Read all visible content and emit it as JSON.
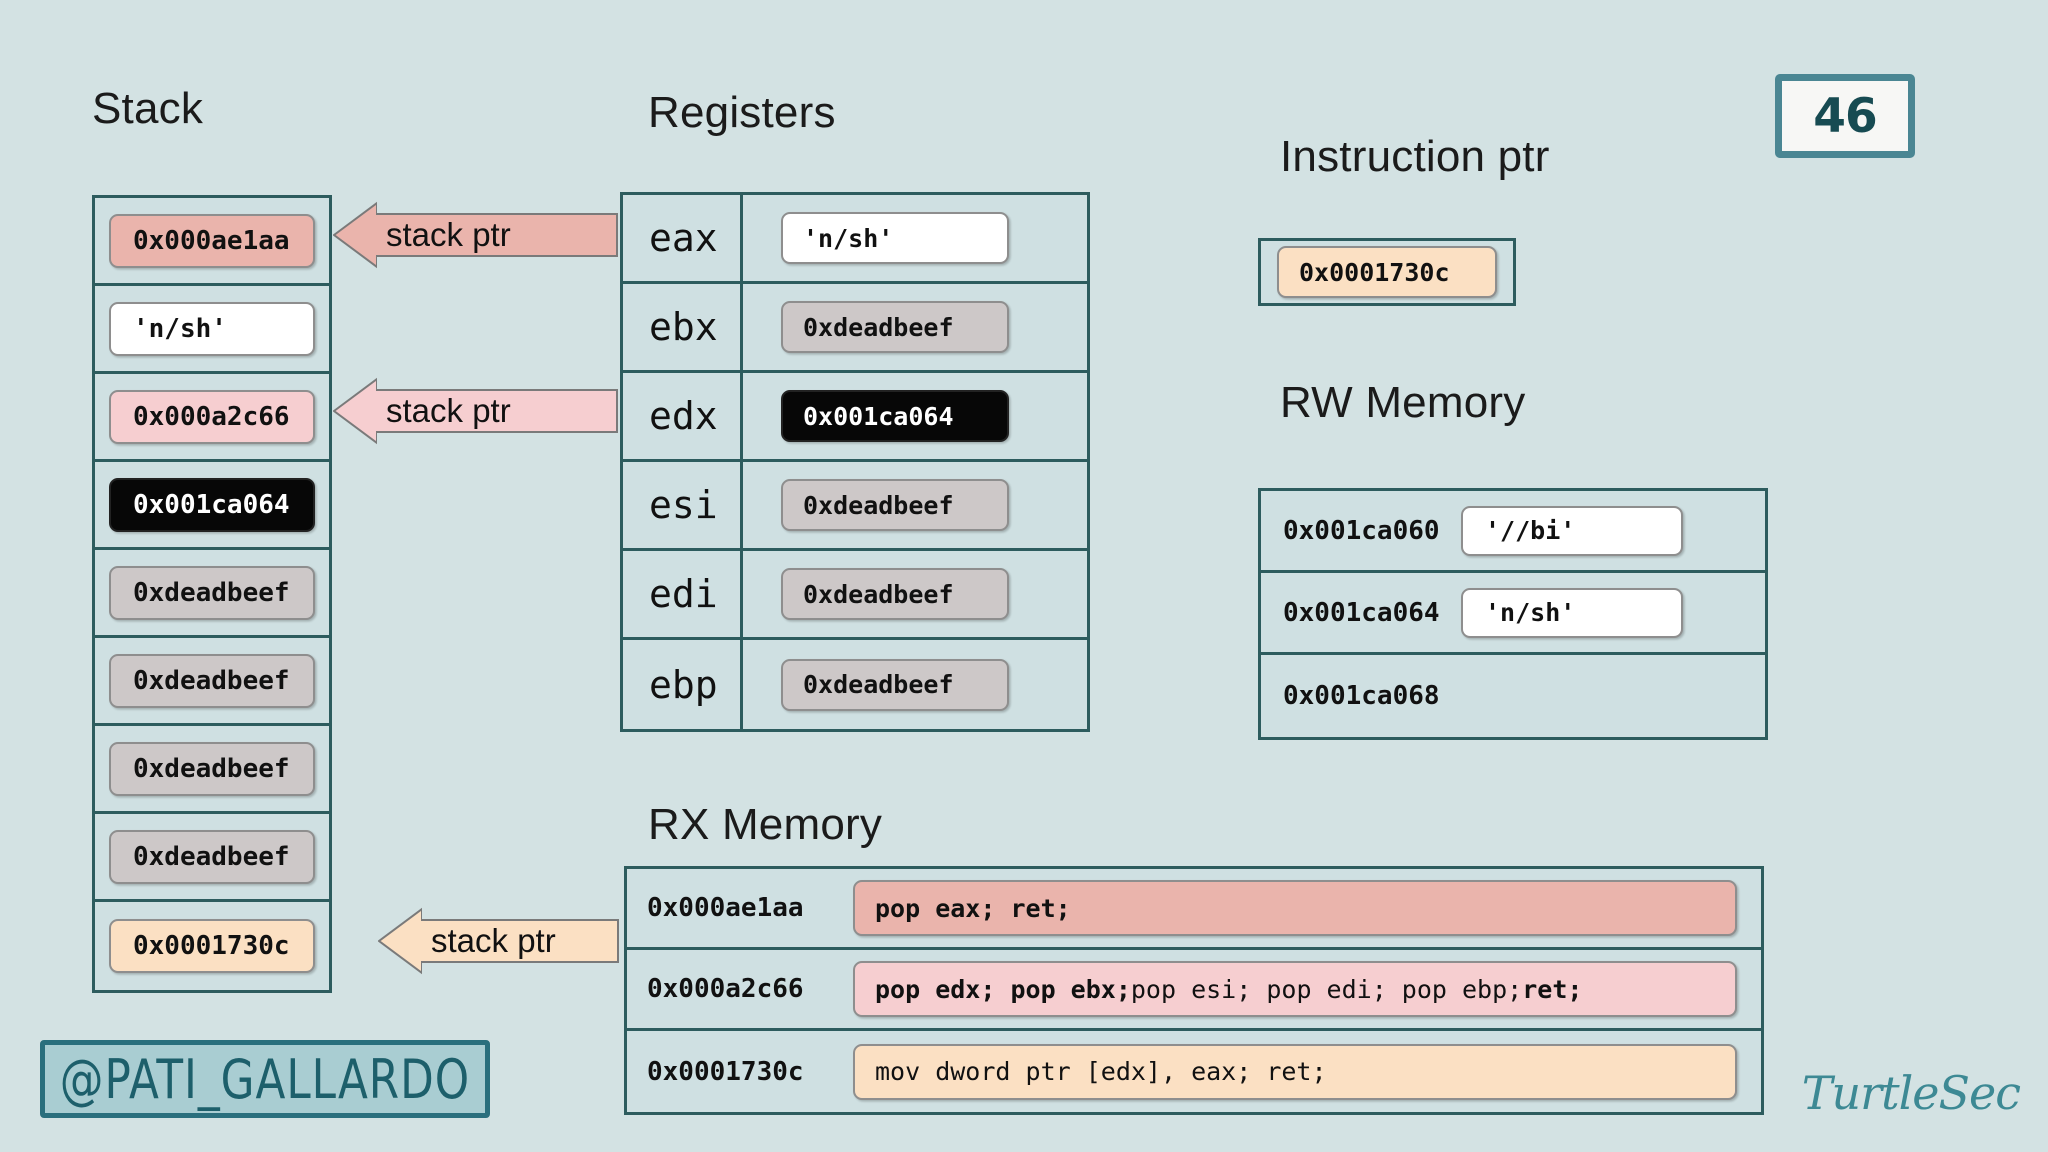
{
  "slide": {
    "number": "46"
  },
  "headings": {
    "stack": "Stack",
    "registers": "Registers",
    "instruction_ptr": "Instruction ptr",
    "rw_memory": "RW Memory",
    "rx_memory": "RX Memory"
  },
  "stack": {
    "cells": [
      {
        "value": "0x000ae1aa",
        "style": "salmon"
      },
      {
        "value": "'n/sh'",
        "style": "white"
      },
      {
        "value": "0x000a2c66",
        "style": "pink"
      },
      {
        "value": "0x001ca064",
        "style": "black"
      },
      {
        "value": "0xdeadbeef",
        "style": "grey"
      },
      {
        "value": "0xdeadbeef",
        "style": "grey"
      },
      {
        "value": "0xdeadbeef",
        "style": "grey"
      },
      {
        "value": "0xdeadbeef",
        "style": "grey"
      },
      {
        "value": "0x0001730c",
        "style": "peach"
      }
    ]
  },
  "arrows": [
    {
      "label": "stack ptr",
      "color": "#eab4ac"
    },
    {
      "label": "stack ptr",
      "color": "#f6ced0"
    },
    {
      "label": "stack ptr",
      "color": "#fbe0c3"
    }
  ],
  "registers": {
    "rows": [
      {
        "name": "eax",
        "value": "'n/sh'",
        "style": "white"
      },
      {
        "name": "ebx",
        "value": "0xdeadbeef",
        "style": "grey"
      },
      {
        "name": "edx",
        "value": "0x001ca064",
        "style": "black"
      },
      {
        "name": "esi",
        "value": "0xdeadbeef",
        "style": "grey"
      },
      {
        "name": "edi",
        "value": "0xdeadbeef",
        "style": "grey"
      },
      {
        "name": "ebp",
        "value": "0xdeadbeef",
        "style": "grey"
      }
    ]
  },
  "instruction_ptr": {
    "value": "0x0001730c",
    "style": "peach"
  },
  "rw_memory": {
    "rows": [
      {
        "address": "0x001ca060",
        "value": "'//bi'",
        "style": "white"
      },
      {
        "address": "0x001ca064",
        "value": "'n/sh'",
        "style": "white"
      },
      {
        "address": "0x001ca068",
        "value": "",
        "style": "none"
      }
    ]
  },
  "rx_memory": {
    "rows": [
      {
        "address": "0x000ae1aa",
        "style": "salmon",
        "text": "pop eax; ret;",
        "segments": [
          {
            "t": "pop eax; ret;",
            "bold": true
          }
        ]
      },
      {
        "address": "0x000a2c66",
        "style": "pink",
        "text": "pop edx; pop ebx; pop esi; pop edi; pop ebp; ret;",
        "segments": [
          {
            "t": "pop edx; pop ebx; ",
            "bold": true
          },
          {
            "t": "pop esi; pop edi; pop ebp; ",
            "bold": false
          },
          {
            "t": "ret;",
            "bold": true
          }
        ]
      },
      {
        "address": "0x0001730c",
        "style": "peach",
        "text": "mov dword ptr [edx], eax; ret;",
        "segments": [
          {
            "t": "mov dword ptr [edx], eax; ret;",
            "bold": false
          }
        ]
      }
    ]
  },
  "footer": {
    "handle": "@PATI_GALLARDO",
    "brand": "TurtleSec"
  }
}
